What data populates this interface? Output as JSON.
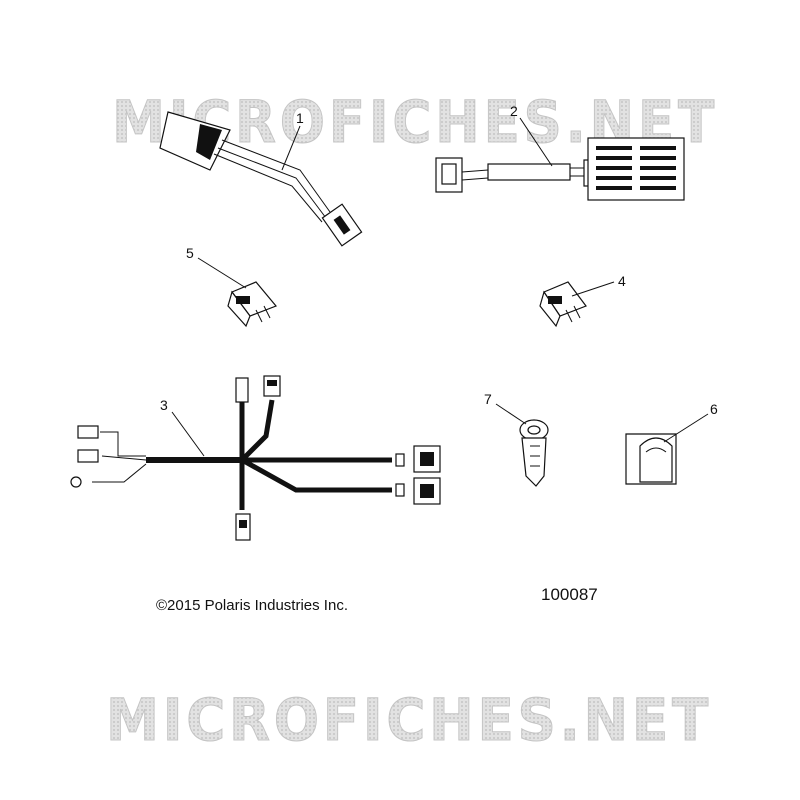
{
  "watermark": {
    "text": "MICROFICHES.NET"
  },
  "parts": [
    {
      "callout": "1"
    },
    {
      "callout": "2"
    },
    {
      "callout": "3"
    },
    {
      "callout": "4"
    },
    {
      "callout": "5"
    },
    {
      "callout": "6"
    },
    {
      "callout": "7"
    }
  ],
  "footer": {
    "copyright": "©2015 Polaris Industries Inc.",
    "diagram_number": "100087"
  }
}
